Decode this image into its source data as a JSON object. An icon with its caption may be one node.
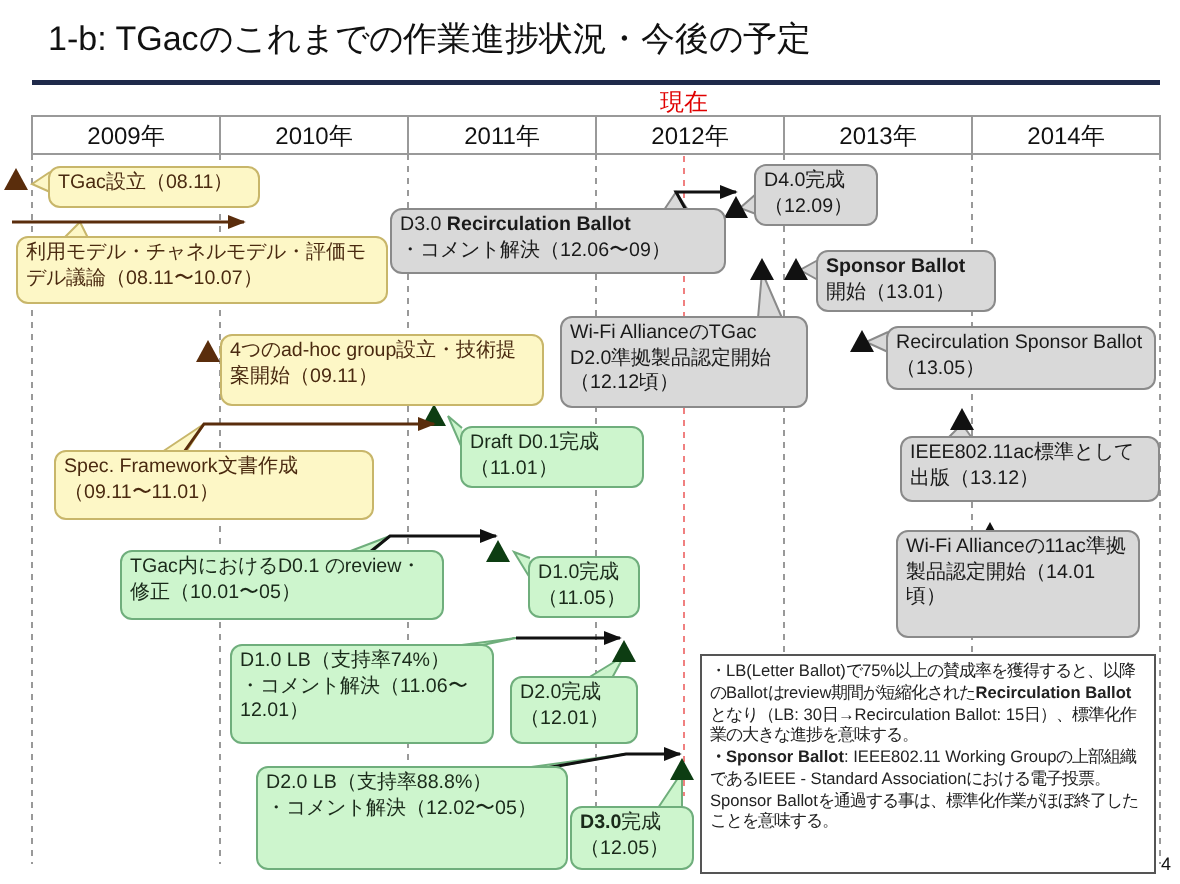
{
  "diagram": {
    "title": "1-b: TGacのこれまでの作業進捗状況・今後の予定",
    "nodes": [
      {
        "text": [
          "TGac設立（08.11）"
        ]
      },
      {
        "text": [
          "利用モデル・チャネルモデル・評価モデル議論（08.11〜10.07）"
        ]
      },
      {
        "text": [
          "4つのad-hoc group設立・技術提案開始（09.11）"
        ]
      },
      {
        "text": [
          "Spec. Framework文書作成（09.11〜11.01）"
        ]
      },
      {
        "text": [
          "Draft D0.1完成（11.01）"
        ]
      },
      {
        "text": [
          "TGac内におけるD0.1 のreview・修正（10.01〜05）"
        ]
      },
      {
        "text": [
          "D1.0完成（11.05）"
        ]
      },
      {
        "text": [
          "D1.0 LB（支持率74%）",
          "・コメント解決（11.06〜12.01）"
        ]
      },
      {
        "text": [
          "D2.0完成（12.01）"
        ]
      },
      {
        "text": [
          "D2.0 LB（支持率88.8%）",
          "・コメント解決（12.02〜05）"
        ]
      },
      {
        "text": [
          "**D3.0**完成（12.05）"
        ]
      },
      {
        "text": [
          "D3.0 **Recirculation Ballot**",
          "・コメント解決（12.06〜09）"
        ]
      },
      {
        "text": [
          "D4.0完成（12.09）"
        ]
      },
      {
        "text": [
          "**Sponsor Ballot**",
          "開始（13.01）"
        ]
      },
      {
        "text": [
          "Wi-Fi AllianceのTGac D2.0準拠製品認定開始（12.12頃）"
        ]
      },
      {
        "text": [
          "Recirculation Sponsor Ballot（13.05）"
        ]
      },
      {
        "text": [
          "IEEE802.11ac標準として出版（13.12）"
        ]
      },
      {
        "text": [
          "Wi-Fi Allianceの11ac準拠製品認定開始（14.01頃）"
        ]
      },
      {
        "text": [
          "・LB(Letter Ballot)で75%以上の賛成率を獲得すると、以降のBallotはreview期間が短縮化された**Recirculation Ballot**となり（LB: 30日→Recirculation Ballot: 15日）、標準化作業の大きな進捗を意味する。",
          "**・Sponsor Ballot**: IEEE802.11 Working Groupの上部組織であるIEEE - Standard Associationにおける電子投票。Sponsor Ballotを通過する事は、標準化作業がほぼ終了したことを意味する。"
        ]
      }
    ],
    "edges": [
      {
        "from": 3,
        "to": 4,
        "arrow": "to",
        "color": "#5a2d0c"
      },
      {
        "from": 5,
        "to": 6,
        "arrow": "to"
      },
      {
        "from": 9,
        "to": 10,
        "arrow": "to"
      },
      {
        "from": 11,
        "to": 12,
        "arrow": "to"
      }
    ],
    "labels": [
      "現在",
      "2009年",
      "2010年",
      "2011年",
      "2012年",
      "2013年",
      "2014年",
      "4"
    ]
  }
}
